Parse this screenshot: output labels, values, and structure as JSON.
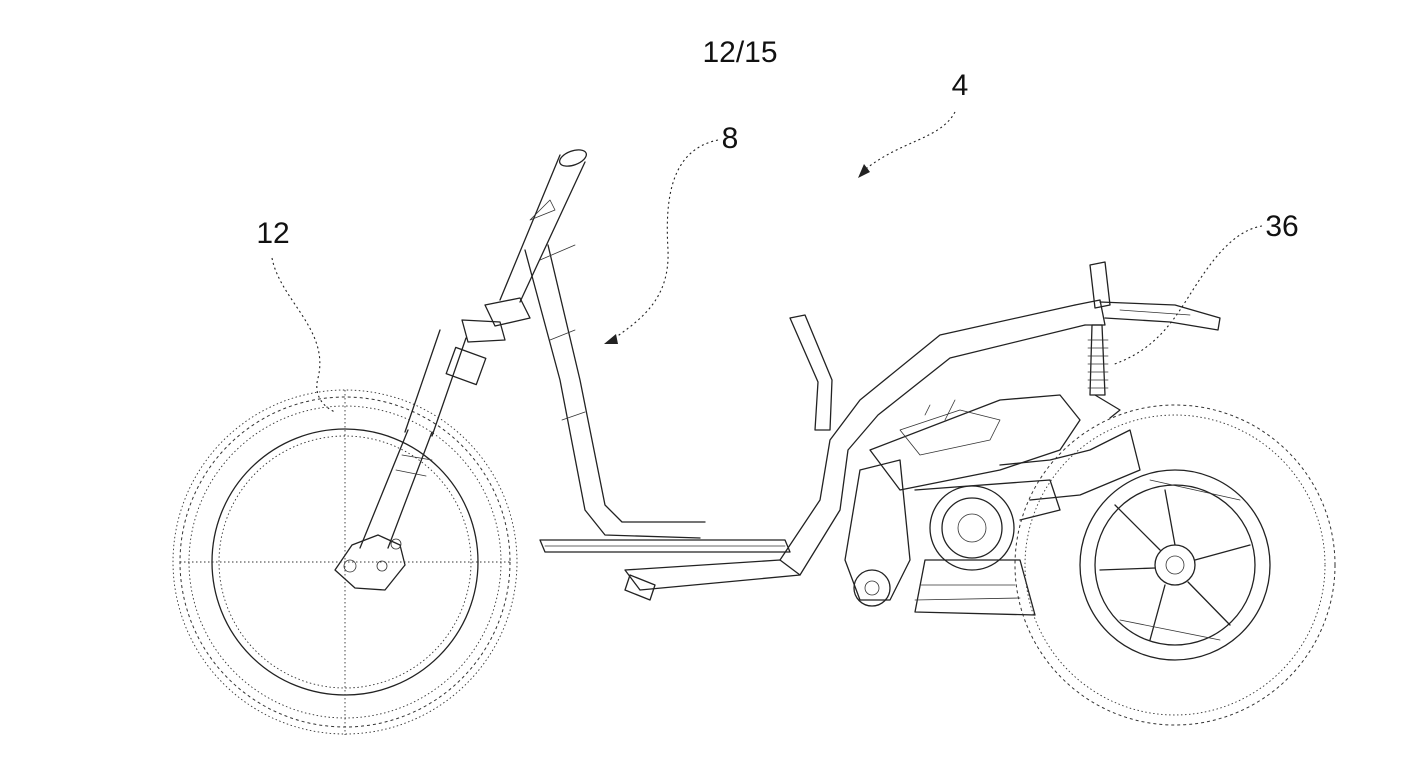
{
  "sheet": {
    "page_number": "12/15"
  },
  "reference_labels": {
    "vehicle": "4",
    "frame": "8",
    "front_wheel": "12",
    "rear_suspension": "36"
  }
}
